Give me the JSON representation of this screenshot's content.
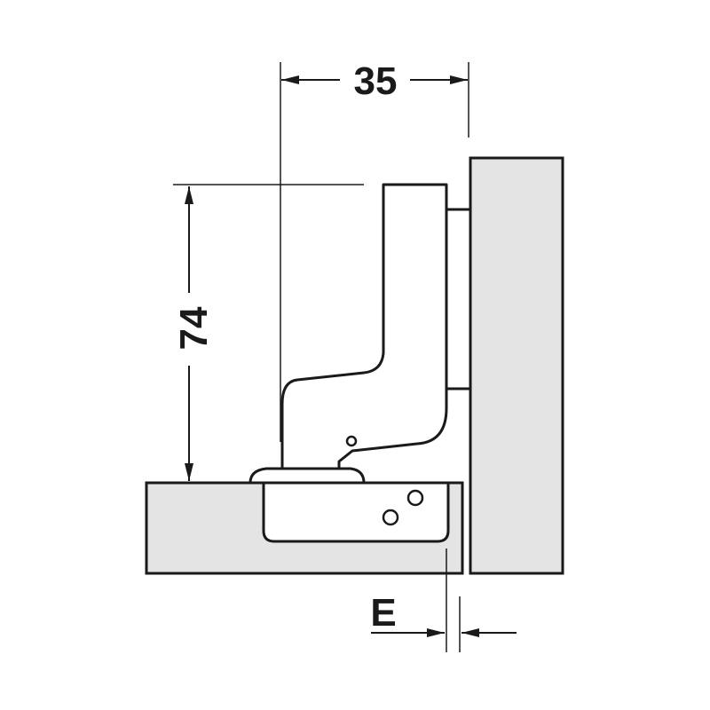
{
  "colors": {
    "panel_fill": "#e4e4e4",
    "line": "#1a1a1a",
    "background": "#ffffff",
    "hinge_fill": "#ffffff"
  },
  "dimensions": {
    "width_label": "35",
    "height_label": "74",
    "overlay_label": "E"
  },
  "icons": {
    "arrow": "arrowhead-icon",
    "screw_hole": "screw-hole-icon"
  }
}
